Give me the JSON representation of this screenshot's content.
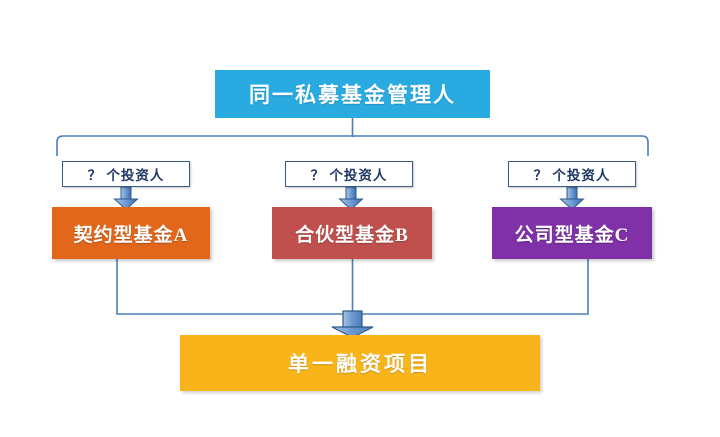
{
  "diagram": {
    "title_box": {
      "label": "同一私募基金管理人",
      "color": "#29ABE2",
      "text_color": "#FFFFFF"
    },
    "investor_labels": [
      {
        "id": "a",
        "label": "？ 个投资人",
        "border_color": "#3A5C83",
        "text_color": "#1F3864"
      },
      {
        "id": "b",
        "label": "？ 个投资人",
        "border_color": "#3A5C83",
        "text_color": "#1F3864"
      },
      {
        "id": "c",
        "label": "？ 个投资人",
        "border_color": "#3A5C83",
        "text_color": "#1F3864"
      }
    ],
    "fund_boxes": [
      {
        "id": "a",
        "label": "契约型基金A",
        "color": "#E2671B",
        "text_color": "#FFFFFF"
      },
      {
        "id": "b",
        "label": "合伙型基金B",
        "color": "#C0504D",
        "text_color": "#FFFFFF"
      },
      {
        "id": "c",
        "label": "公司型基金C",
        "color": "#8031A7",
        "text_color": "#FFFFFF"
      }
    ],
    "project_box": {
      "label": "单一融资项目",
      "color": "#F9B419",
      "text_color": "#FFFFFF"
    },
    "connector_color": "#4A7EBB",
    "connector_fill_light": "#8FB4DE",
    "connector_outline": "#2E5A8E"
  }
}
